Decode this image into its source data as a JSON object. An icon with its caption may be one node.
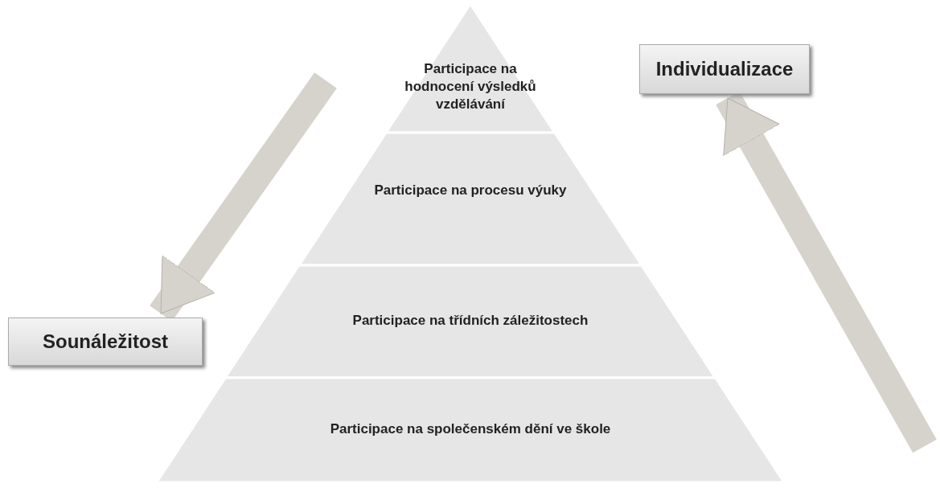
{
  "diagram": {
    "nodes": [
      {
        "text": [
          "Participace na hodnocení výsledků vzdělávání"
        ]
      },
      {
        "text": [
          "Participace na procesu výuky"
        ]
      },
      {
        "text": [
          "Participace na třídních záležitostech"
        ]
      },
      {
        "text": [
          "Participace na společenském dění ve škole"
        ]
      },
      {
        "text": [
          "Individualizace"
        ]
      },
      {
        "text": [
          "Sounáležitost"
        ]
      }
    ],
    "edges": [
      {
        "from": null,
        "to": 5,
        "arrow": "to"
      },
      {
        "from": null,
        "to": 4,
        "arrow": "to"
      }
    ]
  }
}
